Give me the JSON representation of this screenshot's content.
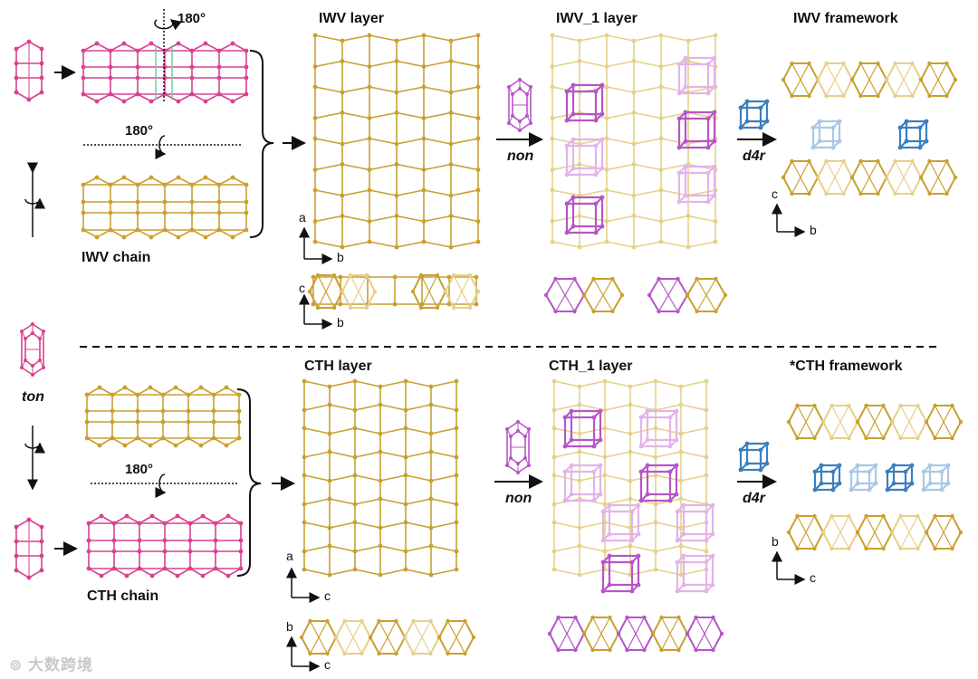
{
  "labels": {
    "iwv_chain": "IWV chain",
    "iwv_layer": "IWV layer",
    "iwv1_layer": "IWV_1 layer",
    "iwv_framework": "IWV framework",
    "cth_chain": "CTH chain",
    "cth_layer": "CTH layer",
    "cth1_layer": "CTH_1 layer",
    "cth_framework": "*CTH framework",
    "ton": "ton",
    "non": "non",
    "d4r": "d4r",
    "deg180": "180°"
  },
  "axes": {
    "a": "a",
    "b": "b",
    "c": "c"
  },
  "watermark": "大数跨境",
  "colors": {
    "pink": "#d9418f",
    "gold": "#c9a030",
    "gold_light": "#e6d08a",
    "violet": "#b655c8",
    "violet_light": "#e3b3ea",
    "blue": "#3a7fc0",
    "blue_light": "#a9c8e6",
    "teal": "#6cd1a6"
  }
}
